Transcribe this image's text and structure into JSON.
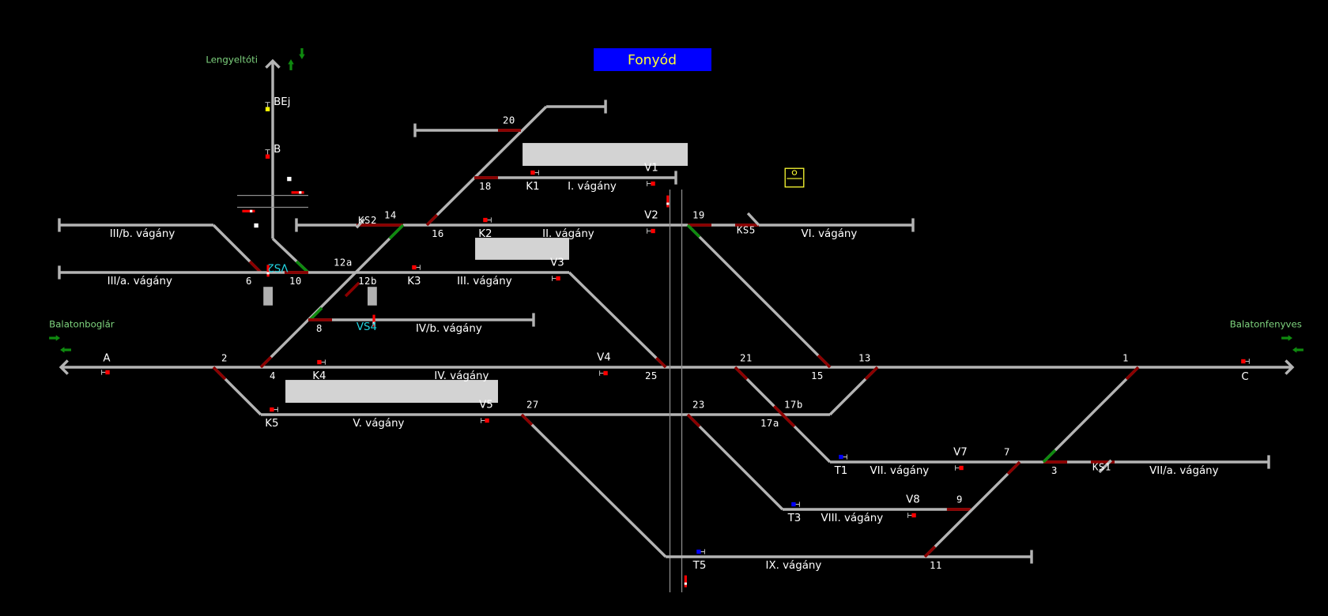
{
  "station": {
    "title": "Fonyód",
    "title_bg": "#0000ff",
    "title_fg": "#ffff33"
  },
  "directions": {
    "north": "Lengyeltóti",
    "west": "Balatonboglár",
    "east": "Balatonfenyves"
  },
  "tracks": {
    "t1": "I. vágány",
    "t2": "II. vágány",
    "t3": "III. vágány",
    "t3a": "III/a. vágány",
    "t3b": "III/b. vágány",
    "t4": "IV. vágány",
    "t4b": "IV/b. vágány",
    "t5": "V. vágány",
    "t6": "VI. vágány",
    "t7": "VII. vágány",
    "t7a": "VII/a. vágány",
    "t8": "VIII. vágány",
    "t9": "IX. vágány"
  },
  "signals": {
    "A": "A",
    "C": "C",
    "B": "B",
    "BEj": "BEj",
    "K1": "K1",
    "K2": "K2",
    "K3": "K3",
    "K4": "K4",
    "K5": "K5",
    "V1": "V1",
    "V2": "V2",
    "V3": "V3",
    "V4": "V4",
    "V5": "V5",
    "V7": "V7",
    "V8": "V8",
    "T1": "T1",
    "T3": "T3",
    "T5": "T5",
    "VS2": "VS2",
    "VS4": "VS4",
    "KS1": "KS1",
    "KS2": "KS2",
    "KS5": "KS5"
  },
  "signal_colors": {
    "stop": "#ff0000",
    "caution": "#ffff00",
    "shunt": "#0000ff",
    "lamp_white": "#ffffff"
  },
  "switches": {
    "s1": "1",
    "s2": "2",
    "s3": "3",
    "s4": "4",
    "s6": "6",
    "s7": "7",
    "s8": "8",
    "s9": "9",
    "s10": "10",
    "s11": "11",
    "s12a": "12a",
    "s12b": "12b",
    "s13": "13",
    "s14": "14",
    "s15": "15",
    "s16": "16",
    "s17a": "17a",
    "s17b": "17b",
    "s18": "18",
    "s19": "19",
    "s20": "20",
    "s21": "21",
    "s23": "23",
    "s25": "25",
    "s27": "27"
  },
  "state_colors": {
    "track": "#b4b4b4",
    "occupied": "#8b0000",
    "route_set": "#0f8a0f",
    "platform": "#d3d3d3"
  }
}
